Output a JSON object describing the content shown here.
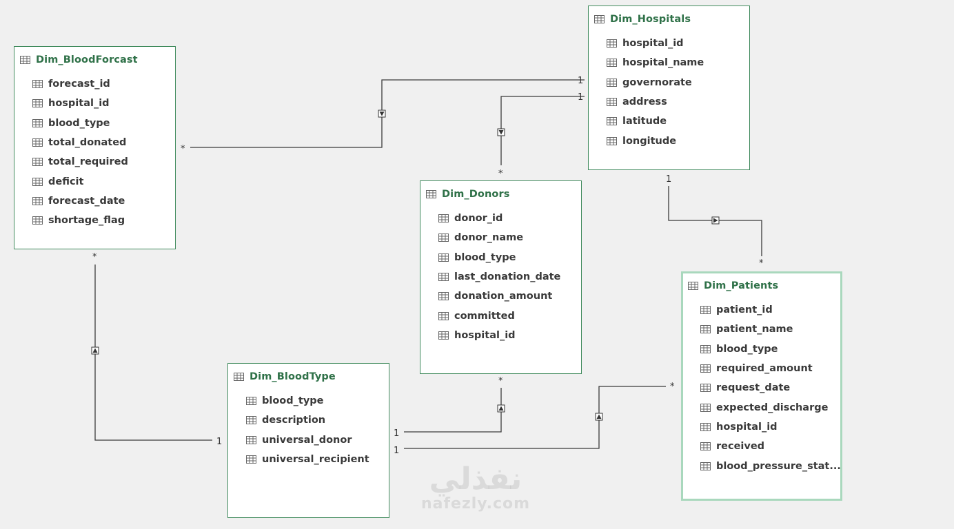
{
  "tables": {
    "blood_forcast": {
      "title": "Dim_BloodForcast",
      "fields": [
        "forecast_id",
        "hospital_id",
        "blood_type",
        "total_donated",
        "total_required",
        "deficit",
        "forecast_date",
        "shortage_flag"
      ]
    },
    "hospitals": {
      "title": "Dim_Hospitals",
      "fields": [
        "hospital_id",
        "hospital_name",
        "governorate",
        "address",
        "latitude",
        "longitude"
      ]
    },
    "donors": {
      "title": "Dim_Donors",
      "fields": [
        "donor_id",
        "donor_name",
        "blood_type",
        "last_donation_date",
        "donation_amount",
        "committed",
        "hospital_id"
      ]
    },
    "patients": {
      "title": "Dim_Patients",
      "fields": [
        "patient_id",
        "patient_name",
        "blood_type",
        "required_amount",
        "request_date",
        "expected_discharge",
        "hospital_id",
        "received",
        "blood_pressure_stat..."
      ]
    },
    "blood_type": {
      "title": "Dim_BloodType",
      "fields": [
        "blood_type",
        "description",
        "universal_donor",
        "universal_recipient"
      ]
    }
  },
  "relationships": [
    {
      "from": "hospitals",
      "to": "blood_forcast",
      "one_label": "1",
      "many_label": "*"
    },
    {
      "from": "hospitals",
      "to": "donors",
      "one_label": "1",
      "many_label": "*"
    },
    {
      "from": "hospitals",
      "to": "patients",
      "one_label": "1",
      "many_label": "*"
    },
    {
      "from": "blood_type",
      "to": "blood_forcast",
      "one_label": "1",
      "many_label": "*"
    },
    {
      "from": "blood_type",
      "to": "donors",
      "one_label": "1",
      "many_label": "*"
    },
    {
      "from": "blood_type",
      "to": "patients",
      "one_label": "1",
      "many_label": "*"
    }
  ],
  "watermark": {
    "arabic": "نفذلي",
    "latin": "nafezly.com"
  },
  "colors": {
    "background": "#f0f0f0",
    "table_border": "#3f8a5c",
    "selected_border": "#a9d8bd",
    "title_text": "#2f7148",
    "field_text": "#3a3a3a"
  },
  "selected_table": "patients",
  "icons": {
    "table": "table-grid-icon",
    "field": "field-grid-icon",
    "filter_arrow": "filter-direction-arrow-icon"
  }
}
